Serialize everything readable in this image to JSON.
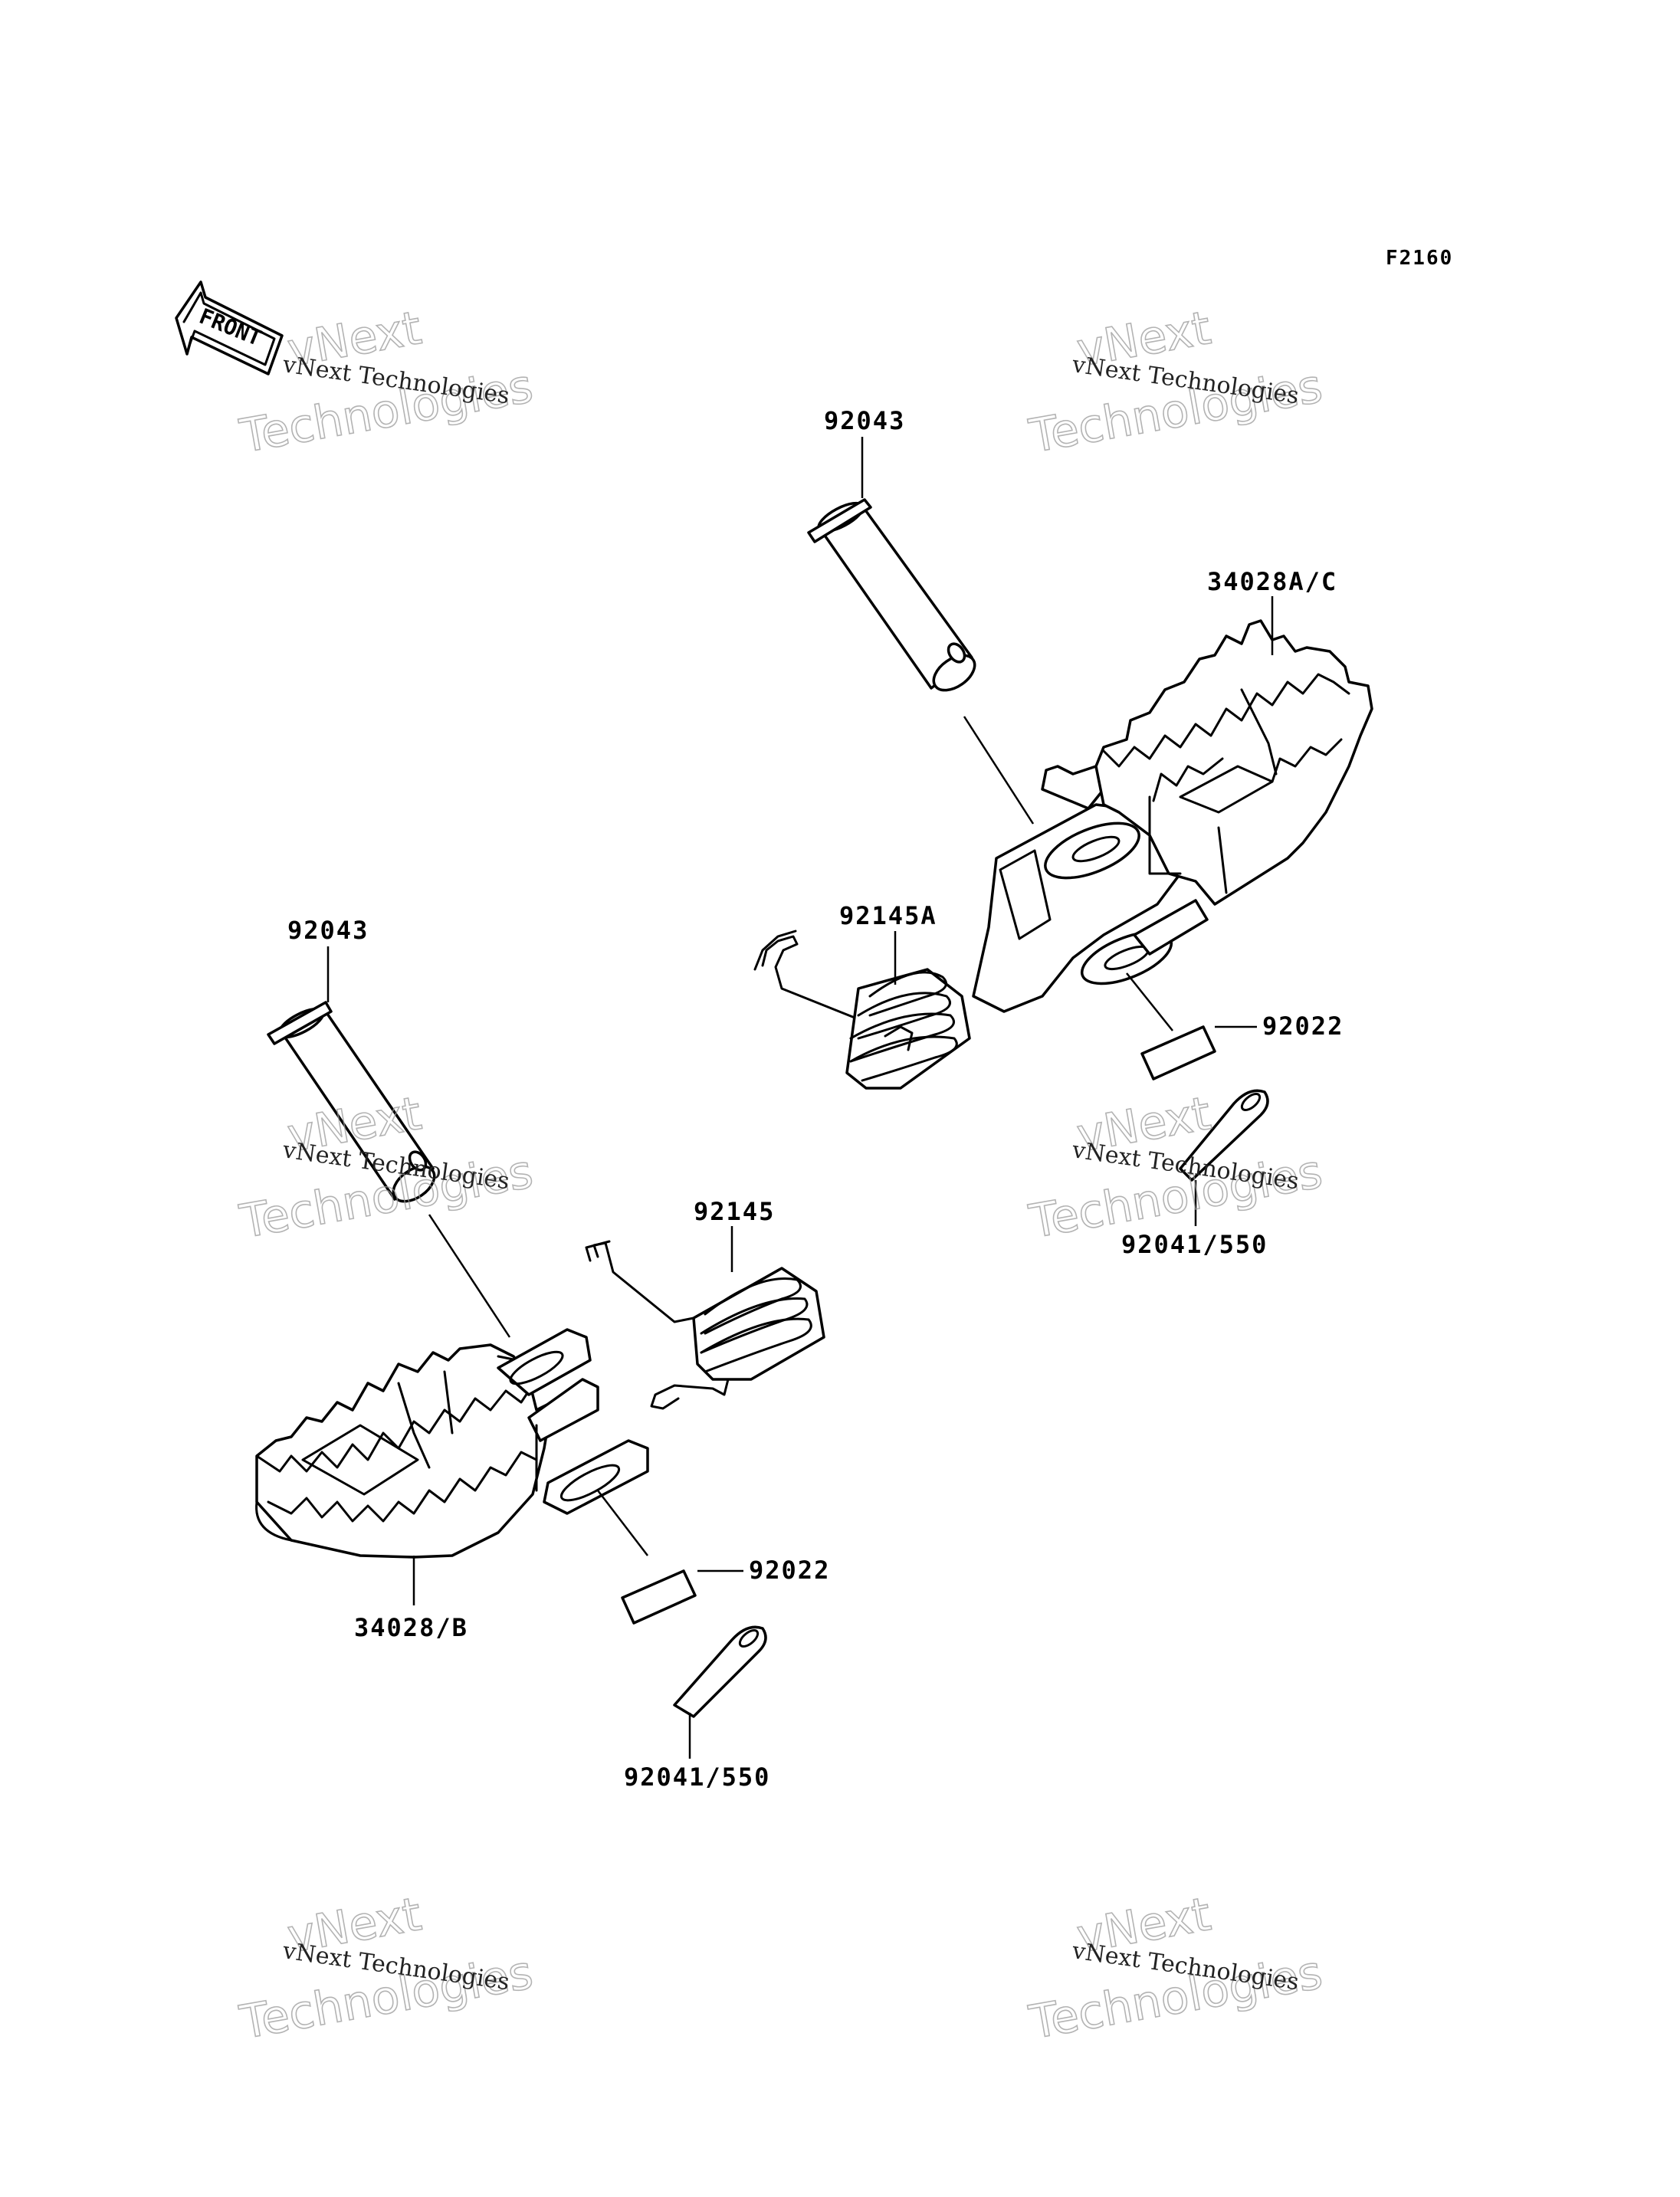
{
  "figure_id": "F2160",
  "front_label": "FRONT",
  "watermark": {
    "line1": "vNext",
    "line2": "Technologies",
    "small": "vNext Technologies"
  },
  "labels": {
    "upper_pin": "92043",
    "upper_footpeg": "34028A/C",
    "upper_spring": "92145A",
    "upper_washer": "92022",
    "upper_cotter": "92041/550",
    "lower_pin": "92043",
    "lower_spring": "92145",
    "lower_footpeg": "34028/B",
    "lower_washer": "92022",
    "lower_cotter": "92041/550"
  }
}
